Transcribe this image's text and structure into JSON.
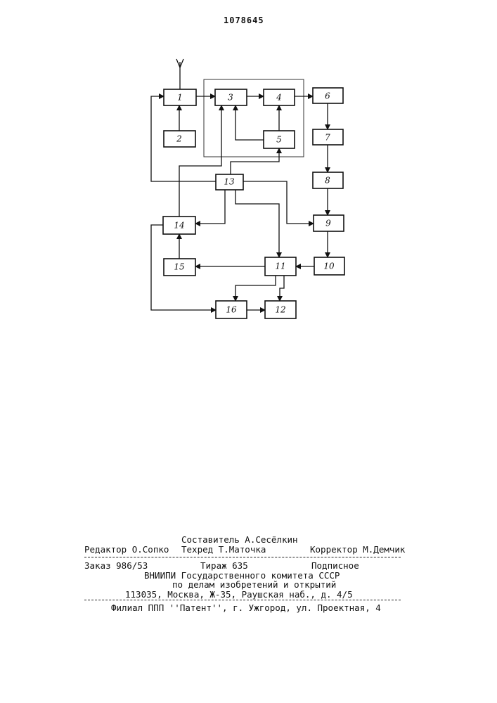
{
  "header": {
    "patent_number": "1078645"
  },
  "diagram": {
    "blocks": [
      "1",
      "2",
      "3",
      "4",
      "5",
      "6",
      "7",
      "8",
      "9",
      "10",
      "11",
      "12",
      "13",
      "14",
      "15",
      "16"
    ]
  },
  "imprint": {
    "composer": "Составитель А.Сесёлкин",
    "editor": "Редактор О.Сопко",
    "techred": "Техред Т.Маточка",
    "corrector": "Корректор М.Демчик",
    "order": "Заказ 986/53",
    "circulation": "Тираж 635",
    "subscription": "Подписное",
    "org_line1": "ВНИИПИ Государственного комитета СССР",
    "org_line2": "по делам изобретений и открытий",
    "address": "113035, Москва, Ж-35, Раушская наб., д. 4/5",
    "branch": "Филиал ППП ''Патент'', г. Ужгород, ул. Проектная, 4"
  }
}
